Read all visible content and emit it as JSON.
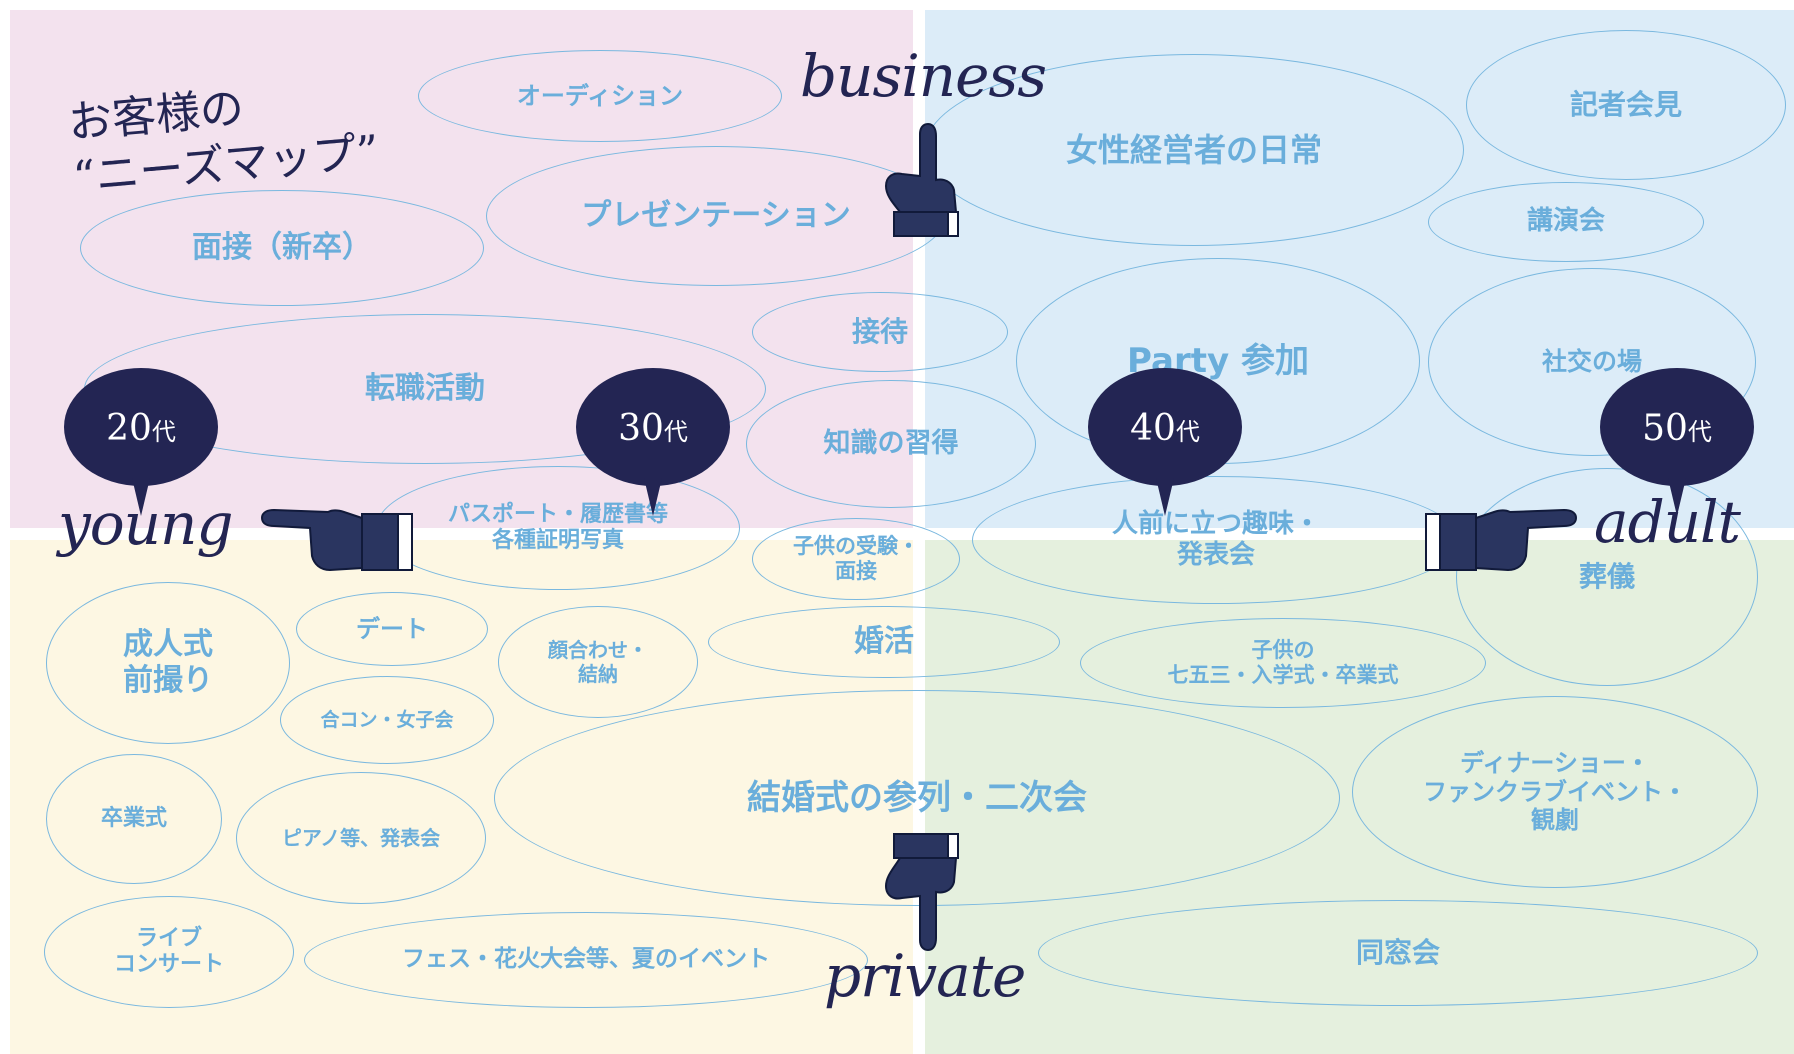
{
  "title": "お客様の\n“ニーズマップ”",
  "axes": {
    "top": "business",
    "bottom": "private",
    "left": "young",
    "right": "adult"
  },
  "ages": [
    {
      "num": "20",
      "unit": "代"
    },
    {
      "num": "30",
      "unit": "代"
    },
    {
      "num": "40",
      "unit": "代"
    },
    {
      "num": "50",
      "unit": "代"
    }
  ],
  "quadrant_colors": {
    "business_young": "#f3e2ee",
    "business_adult": "#dcecf8",
    "private_young": "#fdf7e3",
    "private_adult": "#e5f0de"
  },
  "accent_color": "#232553",
  "bubble_color": "#6aaedb",
  "needs": [
    "オーディション",
    "面接（新卒）",
    "プレゼンテーション",
    "接待",
    "転職活動",
    "知識の習得",
    "パスポート・履歴書等\n各種証明写真",
    "女性経営者の日常",
    "記者会見",
    "講演会",
    "Party 参加",
    "社交の場",
    "子供の受験・\n面接",
    "人前に立つ趣味・\n発表会",
    "葬儀",
    "成人式\n前撮り",
    "デート",
    "顔合わせ・\n結納",
    "婚活",
    "子供の\n七五三・入学式・卒業式",
    "合コン・女子会",
    "卒業式",
    "ピアノ等、発表会",
    "結婚式の参列・二次会",
    "ディナーショー・\nファンクラブイベント・\n観劇",
    "ライブ\nコンサート",
    "フェス・花火大会等、夏のイベント",
    "同窓会"
  ]
}
